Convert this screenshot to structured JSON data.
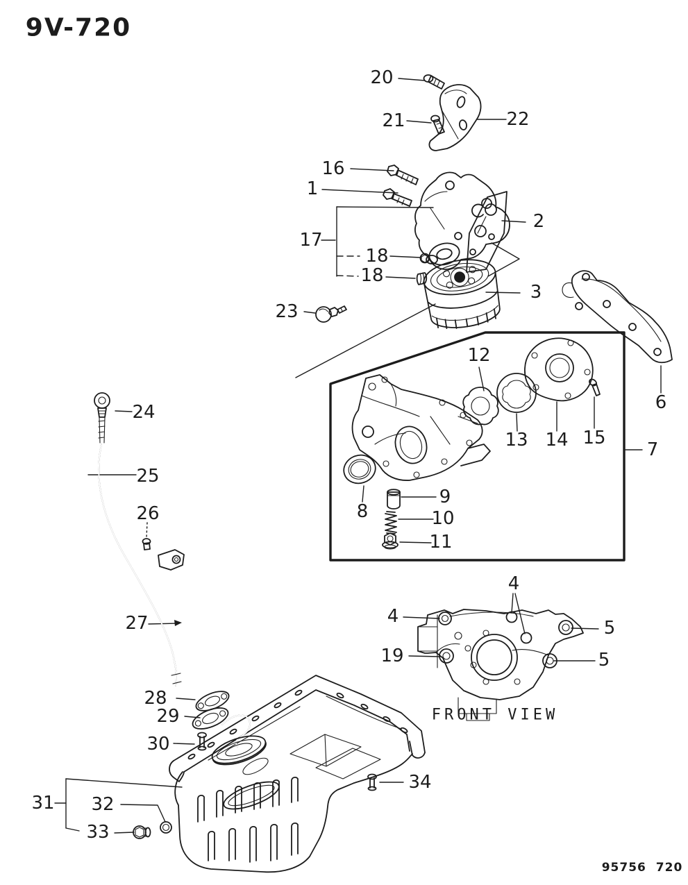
{
  "page": {
    "code": "9V-720",
    "figure_number": "95756 720",
    "front_view_caption": "FRONT VIEW",
    "ink_color": "#1c1c1c",
    "background_color": "#ffffff"
  },
  "callouts": [
    {
      "id": "20",
      "label": "20"
    },
    {
      "id": "21",
      "label": "21"
    },
    {
      "id": "22",
      "label": "22"
    },
    {
      "id": "16",
      "label": "16"
    },
    {
      "id": "1",
      "label": "1"
    },
    {
      "id": "17",
      "label": "17"
    },
    {
      "id": "2",
      "label": "2"
    },
    {
      "id": "18-upper",
      "label": "18"
    },
    {
      "id": "18-lower",
      "label": "18"
    },
    {
      "id": "23",
      "label": "23"
    },
    {
      "id": "3",
      "label": "3"
    },
    {
      "id": "6",
      "label": "6"
    },
    {
      "id": "12",
      "label": "12"
    },
    {
      "id": "13",
      "label": "13"
    },
    {
      "id": "14",
      "label": "14"
    },
    {
      "id": "15",
      "label": "15"
    },
    {
      "id": "7",
      "label": "7"
    },
    {
      "id": "8",
      "label": "8"
    },
    {
      "id": "9",
      "label": "9"
    },
    {
      "id": "10",
      "label": "10"
    },
    {
      "id": "11",
      "label": "11"
    },
    {
      "id": "24",
      "label": "24"
    },
    {
      "id": "25",
      "label": "25"
    },
    {
      "id": "26",
      "label": "26"
    },
    {
      "id": "27",
      "label": "27"
    },
    {
      "id": "4-top",
      "label": "4"
    },
    {
      "id": "4-left",
      "label": "4"
    },
    {
      "id": "5-upper",
      "label": "5"
    },
    {
      "id": "5-lower",
      "label": "5"
    },
    {
      "id": "19",
      "label": "19"
    },
    {
      "id": "28",
      "label": "28"
    },
    {
      "id": "29",
      "label": "29"
    },
    {
      "id": "30",
      "label": "30"
    },
    {
      "id": "31",
      "label": "31"
    },
    {
      "id": "32",
      "label": "32"
    },
    {
      "id": "33",
      "label": "33"
    },
    {
      "id": "34",
      "label": "34"
    }
  ]
}
